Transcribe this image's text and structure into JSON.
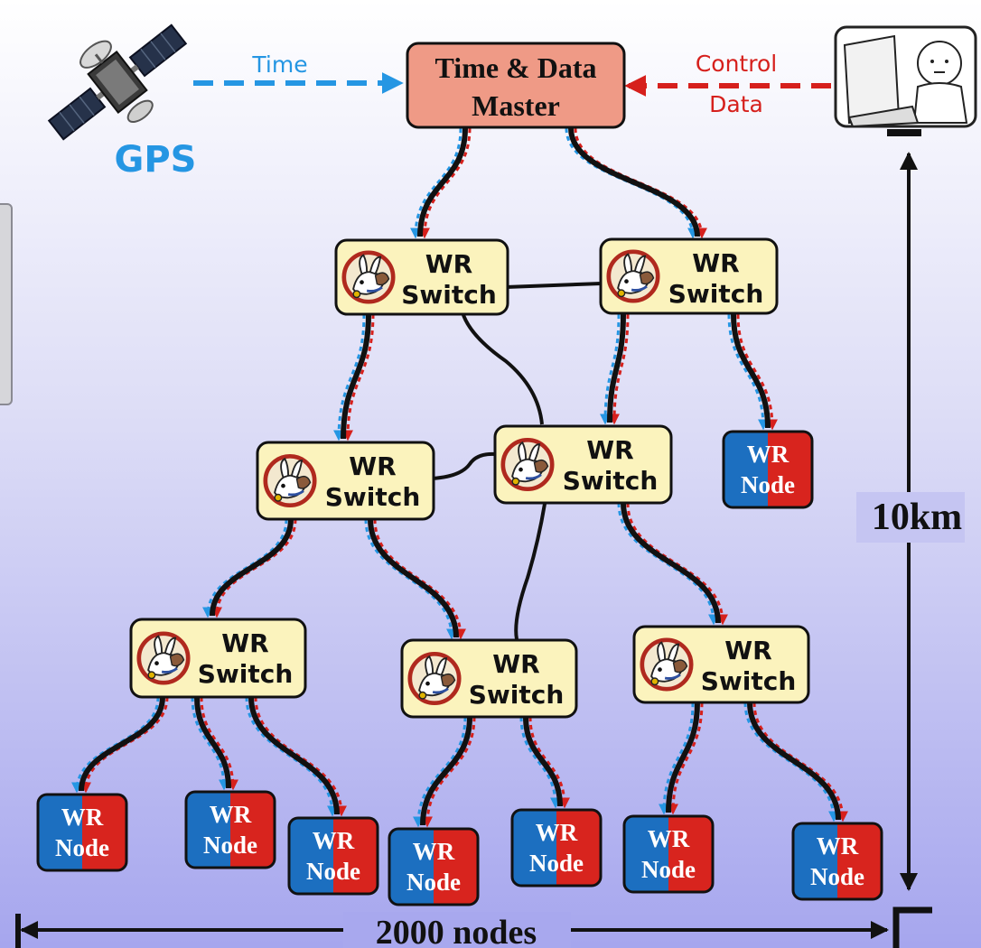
{
  "title": "",
  "gps": {
    "label": "GPS"
  },
  "links": {
    "time_label": "Time",
    "control_label": "Control",
    "data_label": "Data"
  },
  "master": {
    "line1": "Time & Data",
    "line2": "Master"
  },
  "switch": {
    "line1": "WR",
    "line2": "Switch"
  },
  "node": {
    "line1": "WR",
    "line2": "Node"
  },
  "dimensions": {
    "height": "10km",
    "width": "2000 nodes"
  },
  "colors": {
    "background_top": "#ffffff",
    "background_bottom": "#a6a6ee",
    "master_fill": "#ef9a86",
    "switch_fill": "#fbf3bd",
    "node_blue": "#1c6fc0",
    "node_red": "#d8241e",
    "time_link": "#2596e3",
    "control_link": "#d6201c"
  },
  "icons": [
    "satellite-icon",
    "operator-computer-icon",
    "rabbit-logo-icon"
  ]
}
